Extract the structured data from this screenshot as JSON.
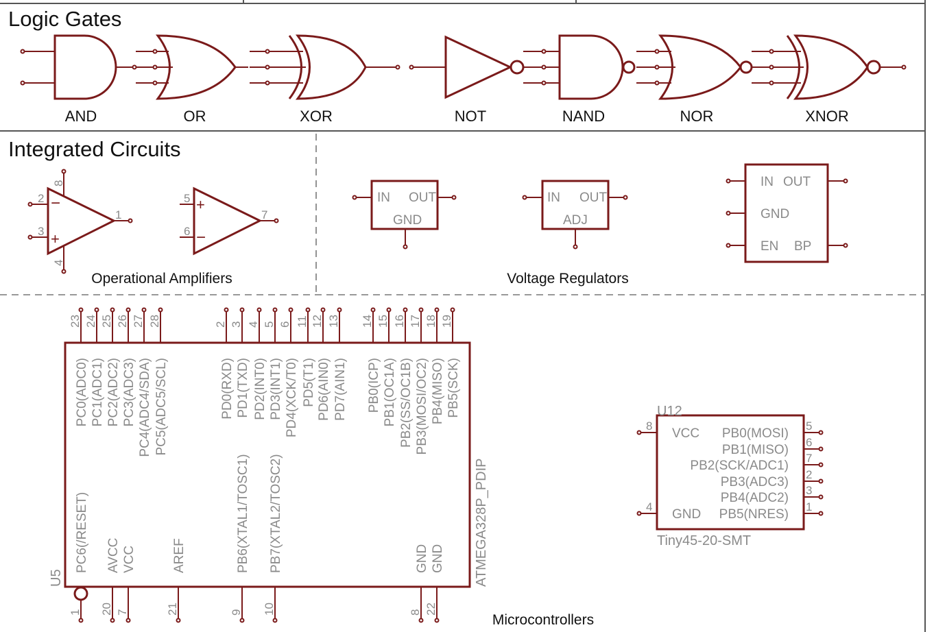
{
  "sections": {
    "logic_gates": "Logic Gates",
    "integrated_circuits": "Integrated Circuits"
  },
  "gates": [
    "AND",
    "OR",
    "XOR",
    "NOT",
    "NAND",
    "NOR",
    "XNOR"
  ],
  "opamps": {
    "caption": "Operational Amplifiers",
    "a": {
      "pins": [
        "2",
        "3",
        "1",
        "8",
        "4"
      ],
      "minus": "−",
      "plus": "+"
    },
    "b": {
      "pins": [
        "5",
        "6",
        "7"
      ],
      "minus": "−",
      "plus": "+"
    }
  },
  "regulators": {
    "caption": "Voltage Regulators",
    "fixed": {
      "in": "IN",
      "out": "OUT",
      "gnd": "GND"
    },
    "adjustable": {
      "in": "IN",
      "out": "OUT",
      "adj": "ADJ"
    },
    "ldo": {
      "in": "IN",
      "out": "OUT",
      "gnd": "GND",
      "en": "EN",
      "bp": "BP"
    }
  },
  "microcontrollers": {
    "caption": "Microcontrollers",
    "atmega": {
      "ref": "U5",
      "part": "ATMEGA328P_PDIP",
      "top_pins": [
        {
          "num": "23",
          "name": "PC0(ADC0)"
        },
        {
          "num": "24",
          "name": "PC1(ADC1)"
        },
        {
          "num": "25",
          "name": "PC2(ADC2)"
        },
        {
          "num": "26",
          "name": "PC3(ADC3)"
        },
        {
          "num": "27",
          "name": "PC4(ADC4/SDA)"
        },
        {
          "num": "28",
          "name": "PC5(ADC5/SCL)"
        },
        {
          "num": "2",
          "name": "PD0(RXD)"
        },
        {
          "num": "3",
          "name": "PD1(TXD)"
        },
        {
          "num": "4",
          "name": "PD2(INT0)"
        },
        {
          "num": "5",
          "name": "PD3(INT1)"
        },
        {
          "num": "6",
          "name": "PD4(XCK/T0)"
        },
        {
          "num": "11",
          "name": "PD5(T1)"
        },
        {
          "num": "12",
          "name": "PD6(AIN0)"
        },
        {
          "num": "13",
          "name": "PD7(AIN1)"
        },
        {
          "num": "14",
          "name": "PB0(ICP)"
        },
        {
          "num": "15",
          "name": "PB1(OC1A)"
        },
        {
          "num": "16",
          "name": "PB2(SS/OC1B)"
        },
        {
          "num": "17",
          "name": "PB3(MOSI/OC2)"
        },
        {
          "num": "18",
          "name": "PB4(MISO)"
        },
        {
          "num": "19",
          "name": "PB5(SCK)"
        }
      ],
      "bottom_pins": [
        {
          "num": "1",
          "name": "PC6(/RESET)"
        },
        {
          "num": "20",
          "name": "AVCC"
        },
        {
          "num": "7",
          "name": "VCC"
        },
        {
          "num": "21",
          "name": "AREF"
        },
        {
          "num": "9",
          "name": "PB6(XTAL1/TOSC1)"
        },
        {
          "num": "10",
          "name": "PB7(XTAL2/TOSC2)"
        },
        {
          "num": "8",
          "name": "GND"
        },
        {
          "num": "22",
          "name": "GND"
        }
      ]
    },
    "tiny": {
      "ref": "U12",
      "part": "Tiny45-20-SMT",
      "left_pins": [
        {
          "num": "8",
          "name": "VCC"
        },
        {
          "num": "4",
          "name": "GND"
        }
      ],
      "right_pins": [
        {
          "num": "5",
          "name": "PB0(MOSI)"
        },
        {
          "num": "6",
          "name": "PB1(MISO)"
        },
        {
          "num": "7",
          "name": "PB2(SCK/ADC1)"
        },
        {
          "num": "2",
          "name": "PB3(ADC3)"
        },
        {
          "num": "3",
          "name": "PB4(ADC2)"
        },
        {
          "num": "1",
          "name": "PB5(NRES)"
        }
      ]
    }
  }
}
